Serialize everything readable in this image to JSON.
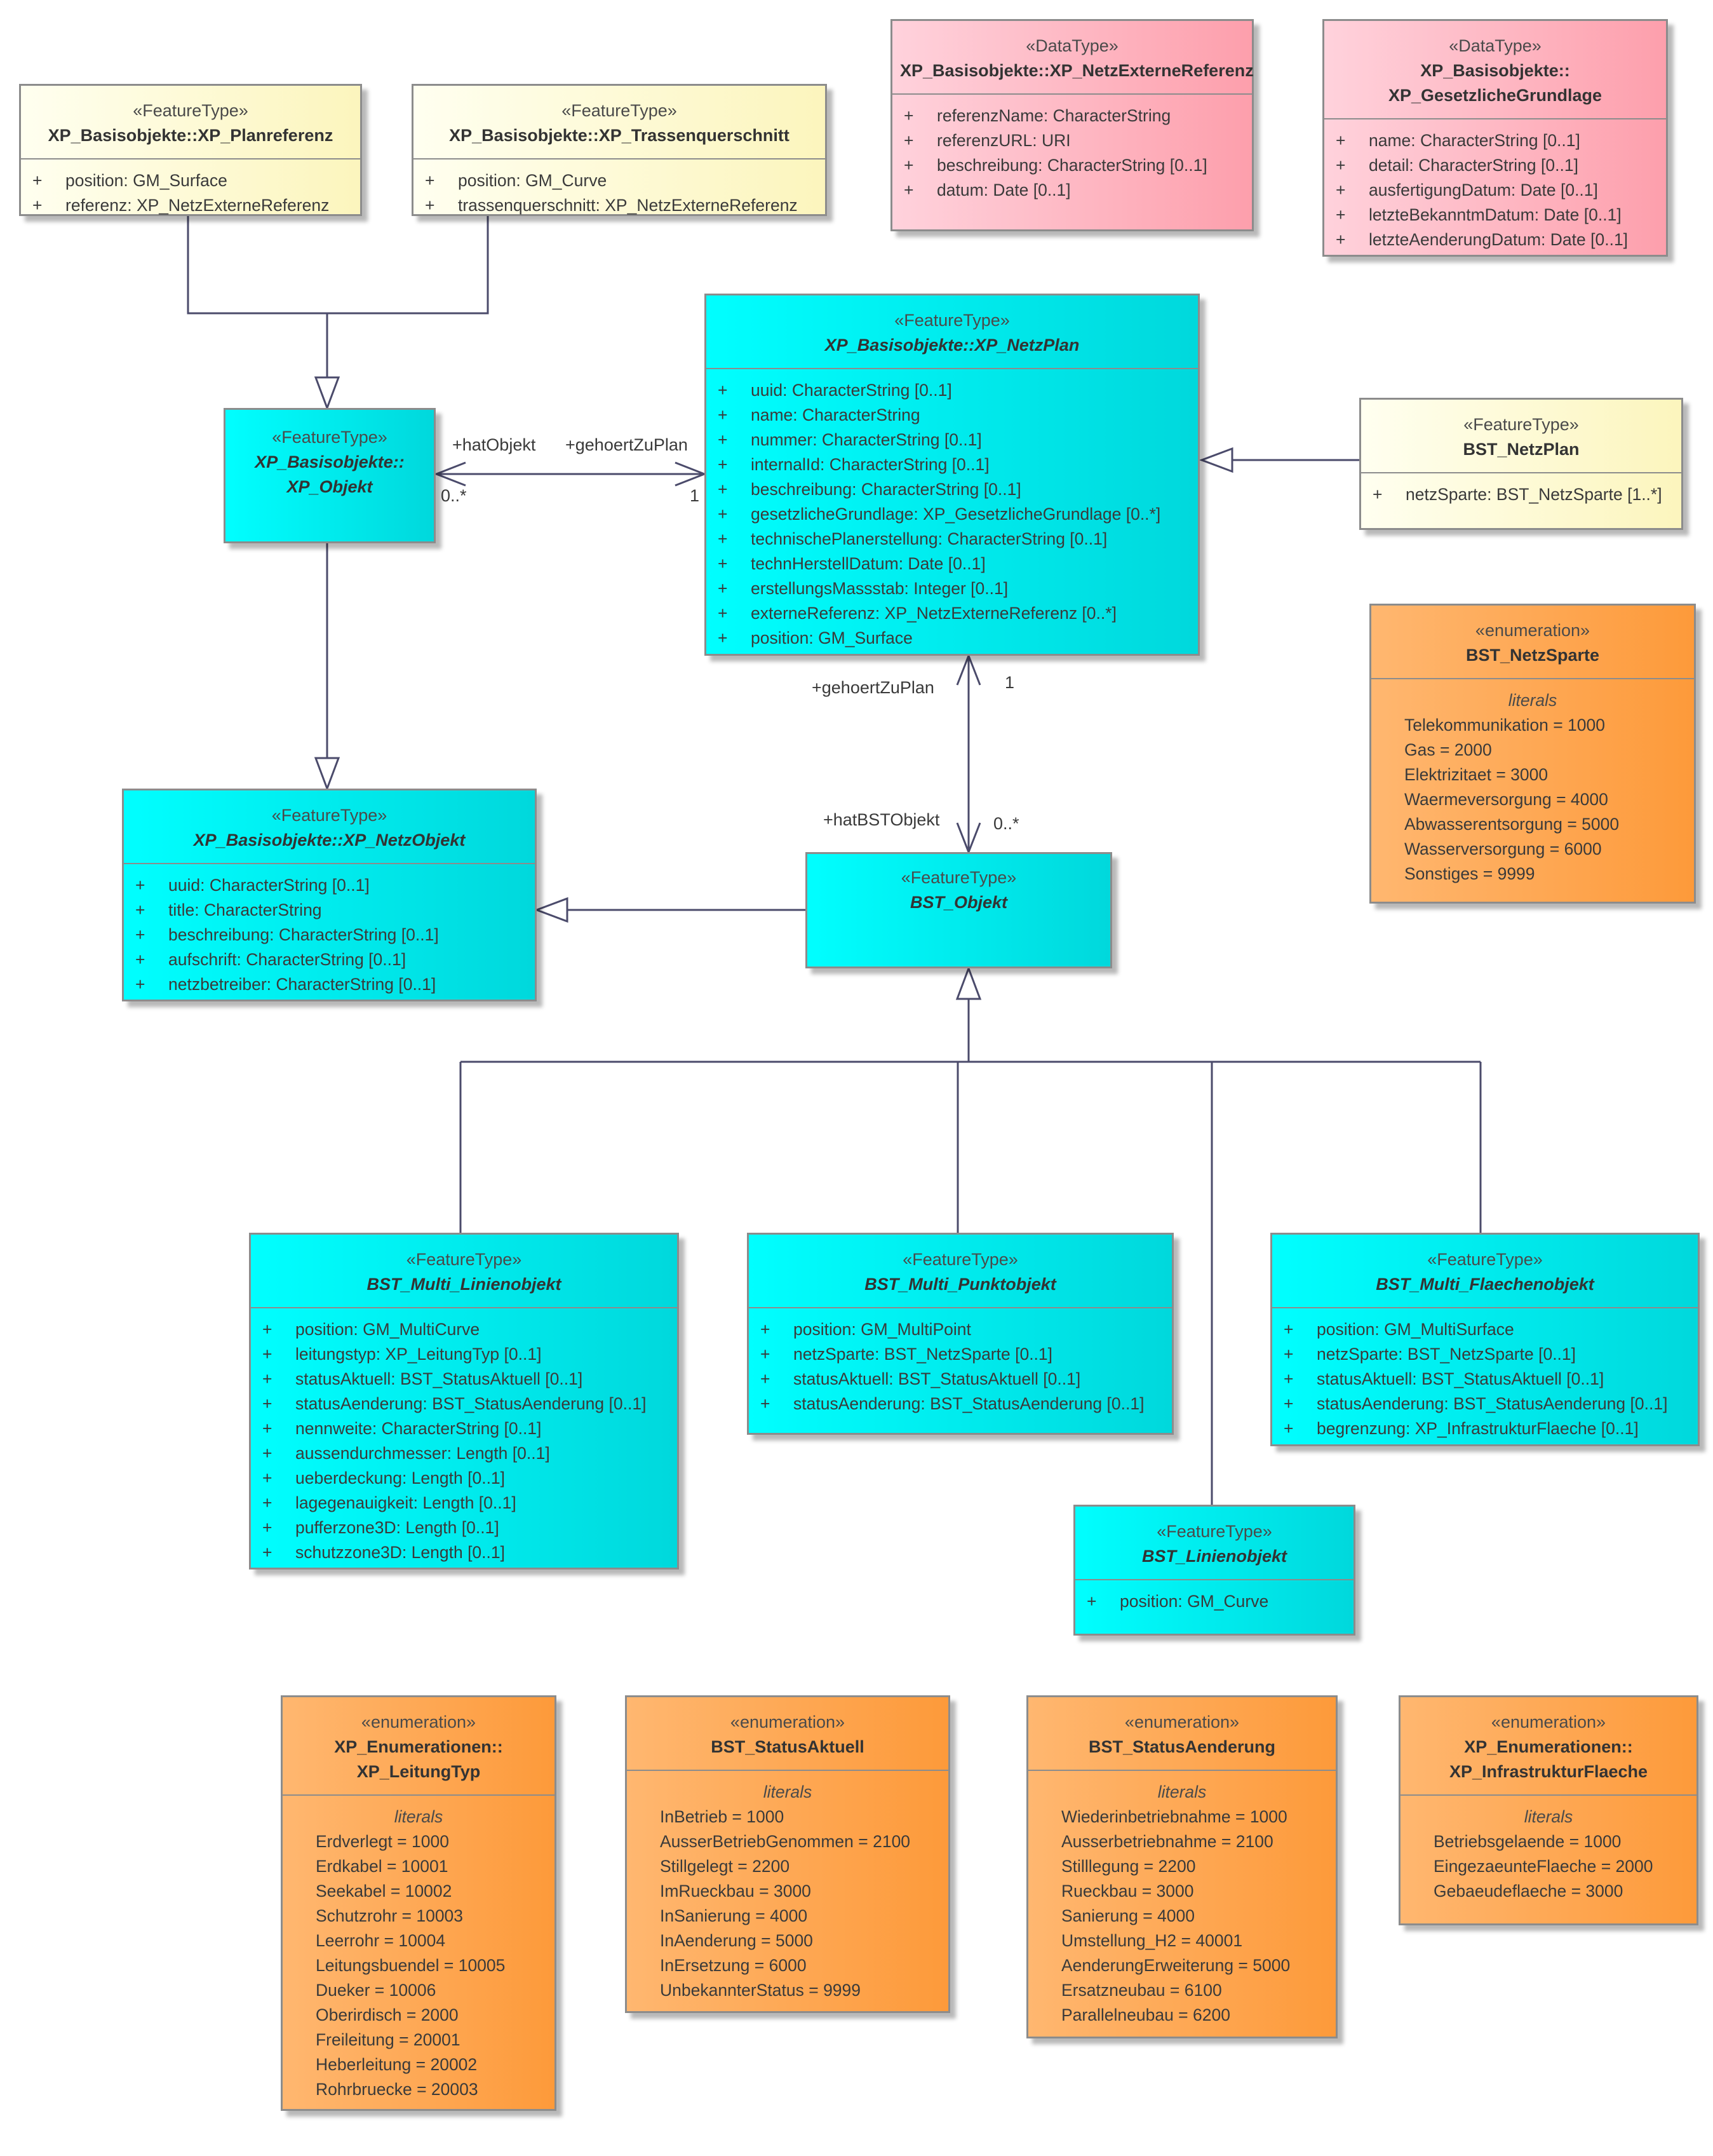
{
  "classes": {
    "planreferenz": {
      "stereotype": "«FeatureType»",
      "name": "XP_Basisobjekte::XP_Planreferenz",
      "attributes": [
        {
          "vis": "+",
          "text": "position: GM_Surface"
        },
        {
          "vis": "+",
          "text": "referenz: XP_NetzExterneReferenz"
        }
      ]
    },
    "trassen": {
      "stereotype": "«FeatureType»",
      "name": "XP_Basisobjekte::XP_Trassenquerschnitt",
      "attributes": [
        {
          "vis": "+",
          "text": "position: GM_Curve"
        },
        {
          "vis": "+",
          "text": "trassenquerschnitt: XP_NetzExterneReferenz"
        }
      ]
    },
    "netzexterne": {
      "stereotype": "«DataType»",
      "name": "XP_Basisobjekte::XP_NetzExterneReferenz",
      "attributes": [
        {
          "vis": "+",
          "text": "referenzName: CharacterString"
        },
        {
          "vis": "+",
          "text": "referenzURL: URI"
        },
        {
          "vis": "+",
          "text": "beschreibung: CharacterString [0..1]"
        },
        {
          "vis": "+",
          "text": "datum: Date [0..1]"
        }
      ]
    },
    "gesetzlich": {
      "stereotype": "«DataType»",
      "name_line1": "XP_Basisobjekte::",
      "name_line2": "XP_GesetzlicheGrundlage",
      "attributes": [
        {
          "vis": "+",
          "text": "name: CharacterString [0..1]"
        },
        {
          "vis": "+",
          "text": "detail: CharacterString [0..1]"
        },
        {
          "vis": "+",
          "text": "ausfertigungDatum: Date [0..1]"
        },
        {
          "vis": "+",
          "text": "letzteBekanntmDatum: Date [0..1]"
        },
        {
          "vis": "+",
          "text": "letzteAenderungDatum: Date [0..1]"
        }
      ]
    },
    "xpobjekt": {
      "stereotype": "«FeatureType»",
      "name_line1": "XP_Basisobjekte::",
      "name_line2": "XP_Objekt"
    },
    "netzplan": {
      "stereotype": "«FeatureType»",
      "name": "XP_Basisobjekte::XP_NetzPlan",
      "attributes": [
        {
          "vis": "+",
          "text": "uuid: CharacterString [0..1]"
        },
        {
          "vis": "+",
          "text": "name: CharacterString"
        },
        {
          "vis": "+",
          "text": "nummer: CharacterString [0..1]"
        },
        {
          "vis": "+",
          "text": "internalId: CharacterString [0..1]"
        },
        {
          "vis": "+",
          "text": "beschreibung: CharacterString [0..1]"
        },
        {
          "vis": "+",
          "text": "gesetzlicheGrundlage: XP_GesetzlicheGrundlage [0..*]"
        },
        {
          "vis": "+",
          "text": "technischePlanerstellung: CharacterString [0..1]"
        },
        {
          "vis": "+",
          "text": "technHerstellDatum: Date [0..1]"
        },
        {
          "vis": "+",
          "text": "erstellungsMassstab: Integer [0..1]"
        },
        {
          "vis": "+",
          "text": "externeReferenz: XP_NetzExterneReferenz [0..*]"
        },
        {
          "vis": "+",
          "text": "position: GM_Surface"
        }
      ]
    },
    "bstnetzplan": {
      "stereotype": "«FeatureType»",
      "name": "BST_NetzPlan",
      "attributes": [
        {
          "vis": "+",
          "text": "netzSparte: BST_NetzSparte [1..*]"
        }
      ]
    },
    "netzobjekt": {
      "stereotype": "«FeatureType»",
      "name": "XP_Basisobjekte::XP_NetzObjekt",
      "attributes": [
        {
          "vis": "+",
          "text": "uuid: CharacterString [0..1]"
        },
        {
          "vis": "+",
          "text": "title: CharacterString"
        },
        {
          "vis": "+",
          "text": "beschreibung: CharacterString [0..1]"
        },
        {
          "vis": "+",
          "text": "aufschrift: CharacterString [0..1]"
        },
        {
          "vis": "+",
          "text": "netzbetreiber: CharacterString [0..1]"
        }
      ]
    },
    "bstobjekt": {
      "stereotype": "«FeatureType»",
      "name": "BST_Objekt"
    },
    "linienmulti": {
      "stereotype": "«FeatureType»",
      "name": "BST_Multi_Linienobjekt",
      "attributes": [
        {
          "vis": "+",
          "text": "position: GM_MultiCurve"
        },
        {
          "vis": "+",
          "text": "leitungstyp: XP_LeitungTyp [0..1]"
        },
        {
          "vis": "+",
          "text": "statusAktuell: BST_StatusAktuell [0..1]"
        },
        {
          "vis": "+",
          "text": "statusAenderung: BST_StatusAenderung [0..1]"
        },
        {
          "vis": "+",
          "text": "nennweite: CharacterString [0..1]"
        },
        {
          "vis": "+",
          "text": "aussendurchmesser: Length [0..1]"
        },
        {
          "vis": "+",
          "text": "ueberdeckung: Length [0..1]"
        },
        {
          "vis": "+",
          "text": "lagegenauigkeit: Length [0..1]"
        },
        {
          "vis": "+",
          "text": "pufferzone3D: Length [0..1]"
        },
        {
          "vis": "+",
          "text": "schutzzone3D: Length [0..1]"
        }
      ]
    },
    "punktmulti": {
      "stereotype": "«FeatureType»",
      "name": "BST_Multi_Punktobjekt",
      "attributes": [
        {
          "vis": "+",
          "text": "position: GM_MultiPoint"
        },
        {
          "vis": "+",
          "text": "netzSparte: BST_NetzSparte [0..1]"
        },
        {
          "vis": "+",
          "text": "statusAktuell: BST_StatusAktuell [0..1]"
        },
        {
          "vis": "+",
          "text": "statusAenderung: BST_StatusAenderung [0..1]"
        }
      ]
    },
    "flaechenmulti": {
      "stereotype": "«FeatureType»",
      "name": "BST_Multi_Flaechenobjekt",
      "attributes": [
        {
          "vis": "+",
          "text": "position: GM_MultiSurface"
        },
        {
          "vis": "+",
          "text": "netzSparte: BST_NetzSparte [0..1]"
        },
        {
          "vis": "+",
          "text": "statusAktuell: BST_StatusAktuell [0..1]"
        },
        {
          "vis": "+",
          "text": "statusAenderung: BST_StatusAenderung [0..1]"
        },
        {
          "vis": "+",
          "text": "begrenzung: XP_InfrastrukturFlaeche [0..1]"
        }
      ]
    },
    "linienobj": {
      "stereotype": "«FeatureType»",
      "name": "BST_Linienobjekt",
      "attributes": [
        {
          "vis": "+",
          "text": "position: GM_Curve"
        }
      ]
    },
    "netzsparte": {
      "stereotype": "«enumeration»",
      "name": "BST_NetzSparte",
      "literals_title": "literals",
      "literals": [
        "Telekommunikation = 1000",
        "Gas = 2000",
        "Elektrizitaet = 3000",
        "Waermeversorgung = 4000",
        "Abwasserentsorgung = 5000",
        "Wasserversorgung = 6000",
        "Sonstiges = 9999"
      ]
    },
    "leitungtyp": {
      "stereotype": "«enumeration»",
      "name_line1": "XP_Enumerationen::",
      "name_line2": "XP_LeitungTyp",
      "literals_title": "literals",
      "literals": [
        "Erdverlegt = 1000",
        "Erdkabel = 10001",
        "Seekabel = 10002",
        "Schutzrohr = 10003",
        "Leerrohr = 10004",
        "Leitungsbuendel = 10005",
        "Dueker = 10006",
        "Oberirdisch = 2000",
        "Freileitung = 20001",
        "Heberleitung = 20002",
        "Rohrbruecke = 20003"
      ]
    },
    "statusaktuell": {
      "stereotype": "«enumeration»",
      "name": "BST_StatusAktuell",
      "literals_title": "literals",
      "literals": [
        "InBetrieb = 1000",
        "AusserBetriebGenommen = 2100",
        "Stillgelegt = 2200",
        "ImRueckbau = 3000",
        "InSanierung = 4000",
        "InAenderung = 5000",
        "InErsetzung = 6000",
        "UnbekannterStatus = 9999"
      ]
    },
    "statusaenderung": {
      "stereotype": "«enumeration»",
      "name": "BST_StatusAenderung",
      "literals_title": "literals",
      "literals": [
        "Wiederinbetriebnahme = 1000",
        "Ausserbetriebnahme = 2100",
        "Stilllegung = 2200",
        "Rueckbau = 3000",
        "Sanierung = 4000",
        "Umstellung_H2 = 40001",
        "AenderungErweiterung = 5000",
        "Ersatzneubau = 6100",
        "Parallelneubau = 6200"
      ]
    },
    "infraflaeche": {
      "stereotype": "«enumeration»",
      "name_line1": "XP_Enumerationen::",
      "name_line2": "XP_InfrastrukturFlaeche",
      "literals_title": "literals",
      "literals": [
        "Betriebsgelaende = 1000",
        "EingezaeunteFlaeche = 2000",
        "Gebaeudeflaeche = 3000"
      ]
    }
  },
  "associations": {
    "hatObjekt_role": "+hatObjekt",
    "hatObjekt_mult": "0..*",
    "gehoertZuPlan_role_top": "+gehoertZuPlan",
    "gehoertZuPlan_mult_top": "1",
    "gehoertZuPlan_role_mid": "+gehoertZuPlan",
    "gehoertZuPlan_mult_mid": "1",
    "hatBSTObjekt_role": "+hatBSTObjekt",
    "hatBSTObjekt_mult": "0..*"
  },
  "colors": {
    "feature_yellow": "#fcf5bd",
    "datatype_pink": "#fd9fac",
    "feature_cyan": "#00ffff",
    "enumeration_orange": "#fd9a3a",
    "connector": "#4a4a6a"
  }
}
